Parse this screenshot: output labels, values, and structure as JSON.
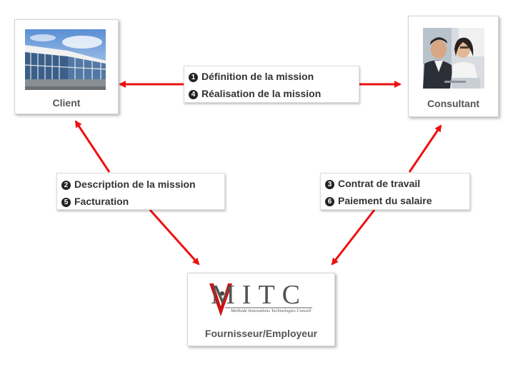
{
  "nodes": {
    "client": {
      "label": "Client",
      "image": "office-building-photo"
    },
    "consultant": {
      "label": "Consultant",
      "image": "business-people-photo"
    },
    "provider": {
      "label": "Fournisseur/Employeur",
      "logo": {
        "letters": "MITC",
        "tagline": "Methode Innovations Technologies Conseil",
        "accent_color": "#cc1111"
      }
    }
  },
  "notes": {
    "top": [
      {
        "num": "1",
        "text": "Définition de la mission"
      },
      {
        "num": "4",
        "text": "Réalisation de la mission"
      }
    ],
    "left": [
      {
        "num": "2",
        "text": "Description de la mission"
      },
      {
        "num": "5",
        "text": "Facturation"
      }
    ],
    "right": [
      {
        "num": "3",
        "text": "Contrat de travail"
      },
      {
        "num": "6",
        "text": "Paiement du salaire"
      }
    ]
  },
  "colors": {
    "arrow": "#ee1111",
    "label_text": "#555555",
    "note_text": "#333333"
  }
}
